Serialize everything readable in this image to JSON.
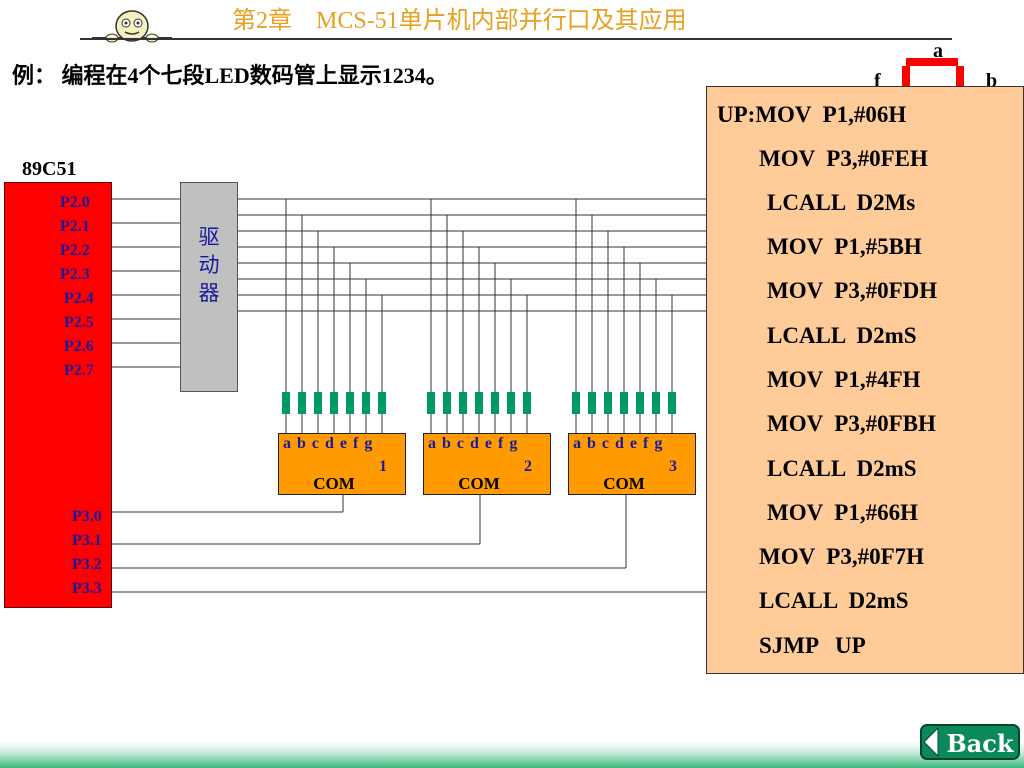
{
  "header": {
    "title": "第2章　MCS-51单片机内部并行口及其应用"
  },
  "example": {
    "text": "例：  编程在4个七段LED数码管上显示1234。"
  },
  "chip": {
    "label": "89C51",
    "p2_pins": [
      "P2.0",
      "P2.1",
      "P2.2",
      "P2.3",
      "P2.4",
      "P2.5",
      "P2.6",
      "P2.7"
    ],
    "p3_pins": [
      "P3.0",
      "P3.1",
      "P3.2",
      "P3.3"
    ]
  },
  "driver": {
    "label": "驱\n动\n器"
  },
  "digits": [
    {
      "segments": "a b c  d e f g",
      "number": "1",
      "com": "COM"
    },
    {
      "segments": "a b c  d e f g",
      "number": "2",
      "com": "COM"
    },
    {
      "segments": "a b c  d e f g",
      "number": "3",
      "com": "COM"
    }
  ],
  "segment_diagram": {
    "a": "a",
    "b": "b",
    "f": "f"
  },
  "code": {
    "lines": [
      "UP:MOV  P1,#06H",
      "MOV  P3,#0FEH",
      "LCALL  D2Ms",
      "MOV  P1,#5BH",
      "MOV  P3,#0FDH",
      "LCALL  D2mS",
      "MOV  P1,#4FH",
      "MOV  P3,#0FBH",
      "LCALL  D2mS",
      "MOV  P1,#66H",
      "MOV  P3,#0F7H",
      "LCALL  D2mS",
      "SJMP   UP"
    ]
  },
  "nav": {
    "back_label": "Back"
  },
  "colors": {
    "title": "#e8a020",
    "chip": "#ff0000",
    "digit_box": "#ff9a00",
    "code_panel": "#ffcc99",
    "led_segment": "#009966",
    "accent_text": "#1a1a9c"
  }
}
